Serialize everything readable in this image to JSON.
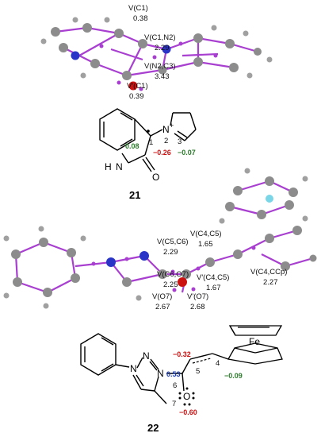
{
  "colors": {
    "atom_gray": "#8c8c8c",
    "basin": "#a83fd0",
    "nitrogen": "#2a35c8",
    "oxygen": "#cc1111",
    "fluorine": "#7ad6e6",
    "green_value": "#2b7a2b",
    "red_value": "#cc1111",
    "blue_value": "#1f3fb0"
  },
  "top_model": {
    "labels": {
      "vc1": "V(C1)",
      "vc1_val": "0.38",
      "vc1n2": "V(C1,N2)",
      "vc1n2_val": "2.29",
      "vn2c3": "V(N2,C3)",
      "vn2c3_val": "3.43",
      "vpc1": "V'(C1)",
      "vpc1_val": "0.39"
    }
  },
  "structure_21": {
    "compound": "21",
    "atoms": {
      "n_ring": "N",
      "h": "H",
      "o": "O",
      "n_plus": "N",
      "plus": "+"
    },
    "locants": {
      "l1": "1",
      "l2": "2",
      "l3": "3"
    },
    "values": {
      "v008": "0.08",
      "v026": "−0.26",
      "v007": "−0.07"
    }
  },
  "mid_model": {
    "labels": {
      "vc5c6": "V(C5,C6)",
      "vc5c6_val": "2.29",
      "vc4c5": "V(C4,C5)",
      "vc4c5_val": "1.65",
      "vc6o7": "V(C6,O7)",
      "vc6o7_val": "2.25",
      "vpc4c5": "V'(C4,C5)",
      "vpc4c5_val": "1.67",
      "vc4ccp": "V(C4,CCp)",
      "vc4ccp_val": "2.27",
      "vo7": "V(O7)",
      "vo7_val": "2.67",
      "vpo7": "V'(O7)",
      "vpo7_val": "2.68"
    }
  },
  "structure_22": {
    "compound": "22",
    "atoms": {
      "fe": "Fe",
      "n1": "N",
      "n2": "N",
      "n3": "N",
      "o": "O"
    },
    "locants": {
      "l4": "4",
      "l5": "5",
      "l6": "6",
      "l7": "7"
    },
    "values": {
      "v032": "−0.32",
      "v053": "0.53",
      "v009": "−0.09",
      "v060": "−0.60"
    }
  }
}
